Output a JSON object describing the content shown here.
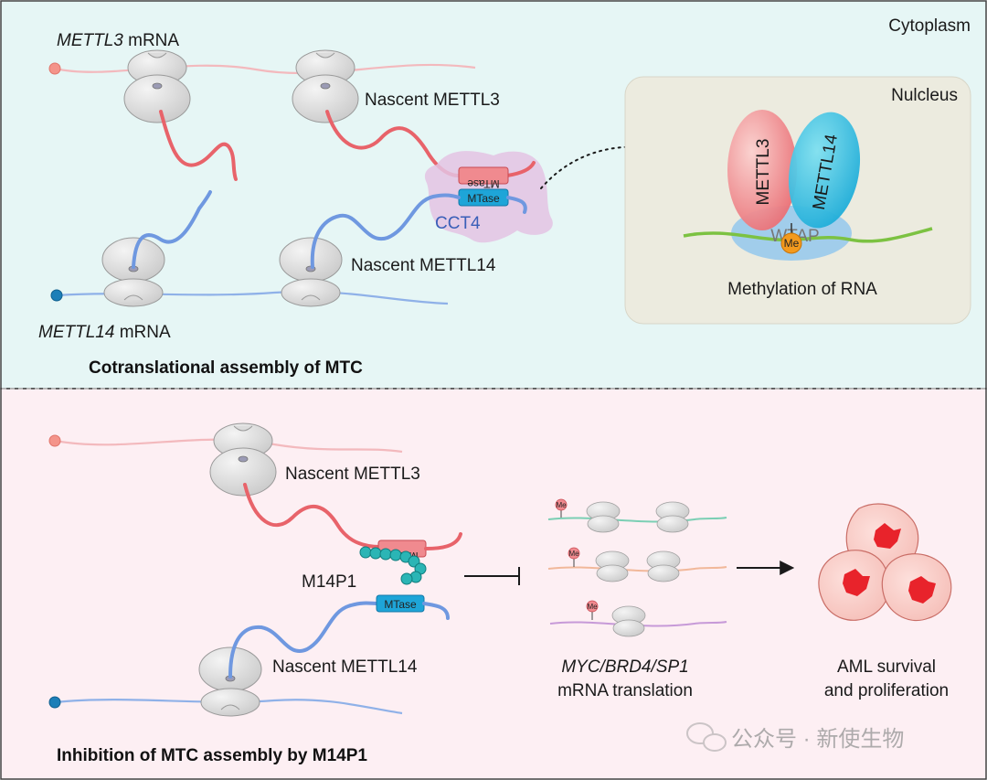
{
  "top_panel": {
    "region_label": "Cytoplasm",
    "mettl3_mrna_gene": "METTL3",
    "mettl3_mrna_suffix": " mRNA",
    "mettl14_mrna_gene": "METTL14",
    "mettl14_mrna_suffix": " mRNA",
    "nascent_mettl3": "Nascent METTL3",
    "nascent_mettl14": "Nascent METTL14",
    "mtase_label": "MTase",
    "chaperone": "CCT4",
    "caption": "Cotranslational assembly of MTC",
    "nucleus": {
      "label": "Nulcleus",
      "subunit_a": "METTL3",
      "subunit_b": "METTL14",
      "adaptor": "WTAP",
      "methyl_mark": "Me",
      "caption": "Methylation of RNA"
    }
  },
  "bottom_panel": {
    "nascent_mettl3": "Nascent METTL3",
    "nascent_mettl14": "Nascent METTL14",
    "mtase_label": "MTase",
    "inhibitor": "M14P1",
    "methyl_mark": "Me",
    "targets": "MYC/BRD4/SP1",
    "targets_suffix": "mRNA translation",
    "outcome_line1": "AML survival",
    "outcome_line2": "and proliferation",
    "caption": "Inhibition of MTC assembly by M14P1"
  },
  "watermark": "公众号 · 新使生物",
  "colors": {
    "top_bg": "#e6f6f5",
    "bottom_bg": "#fdeff3",
    "nucleus_bg": "#ecebdf",
    "mettl3": "#e8636a",
    "mettl14": "#6f98e0",
    "mettl3_mrna": "#f3b9bd",
    "mettl14_mrna": "#8fb1e8",
    "cct4": "#e3c3e3",
    "m14p1_bead": "#2bb5b5",
    "methyl": "#f39a1e",
    "rna_green": "#7cc242"
  }
}
